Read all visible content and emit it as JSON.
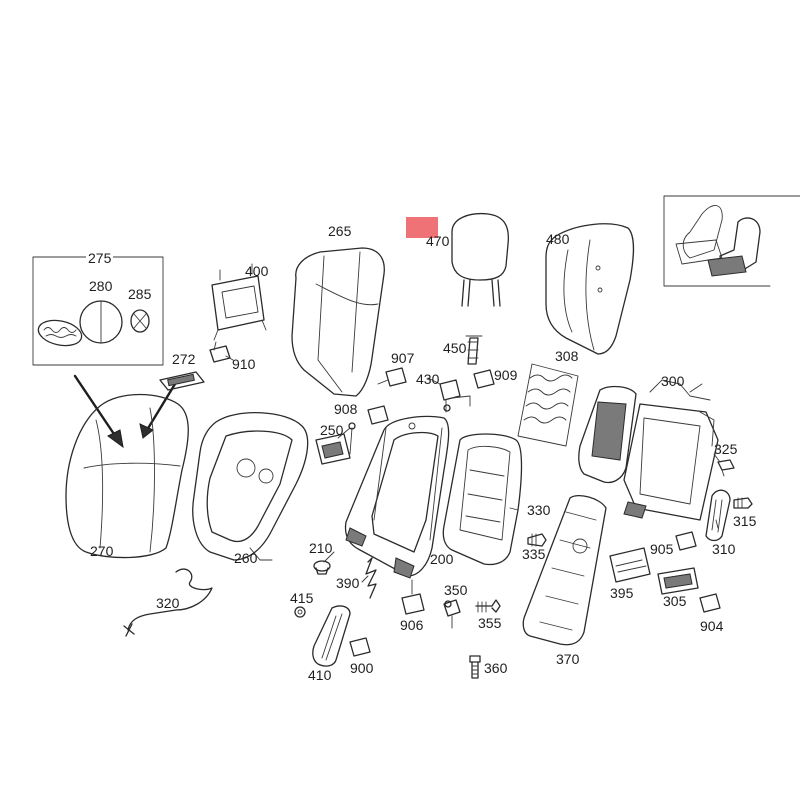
{
  "diagram": {
    "marker_color": "#ef7376",
    "line_color": "#2b2b2b",
    "callouts": [
      {
        "id": "275",
        "text": "275"
      },
      {
        "id": "280",
        "text": "280"
      },
      {
        "id": "285",
        "text": "285"
      },
      {
        "id": "270",
        "text": "270"
      },
      {
        "id": "272",
        "text": "272"
      },
      {
        "id": "400",
        "text": "400"
      },
      {
        "id": "910",
        "text": "910"
      },
      {
        "id": "265",
        "text": "265"
      },
      {
        "id": "470",
        "text": "470"
      },
      {
        "id": "480",
        "text": "480"
      },
      {
        "id": "260",
        "text": "260"
      },
      {
        "id": "320",
        "text": "320"
      },
      {
        "id": "907",
        "text": "907"
      },
      {
        "id": "908",
        "text": "908"
      },
      {
        "id": "250",
        "text": "250"
      },
      {
        "id": "450",
        "text": "450"
      },
      {
        "id": "430",
        "text": "430"
      },
      {
        "id": "909",
        "text": "909"
      },
      {
        "id": "308",
        "text": "308"
      },
      {
        "id": "300",
        "text": "300"
      },
      {
        "id": "325",
        "text": "325"
      },
      {
        "id": "330",
        "text": "330"
      },
      {
        "id": "335",
        "text": "335"
      },
      {
        "id": "210",
        "text": "210"
      },
      {
        "id": "200",
        "text": "200"
      },
      {
        "id": "390",
        "text": "390"
      },
      {
        "id": "350",
        "text": "350"
      },
      {
        "id": "355",
        "text": "355"
      },
      {
        "id": "415",
        "text": "415"
      },
      {
        "id": "906",
        "text": "906"
      },
      {
        "id": "410",
        "text": "410"
      },
      {
        "id": "900",
        "text": "900"
      },
      {
        "id": "360",
        "text": "360"
      },
      {
        "id": "370",
        "text": "370"
      },
      {
        "id": "395",
        "text": "395"
      },
      {
        "id": "305",
        "text": "305"
      },
      {
        "id": "904",
        "text": "904"
      },
      {
        "id": "905",
        "text": "905"
      },
      {
        "id": "310",
        "text": "310"
      },
      {
        "id": "315",
        "text": "315"
      }
    ]
  }
}
